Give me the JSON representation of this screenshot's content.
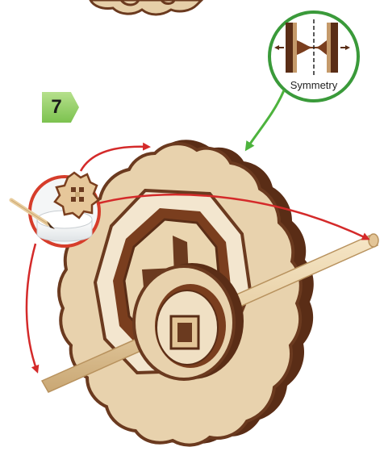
{
  "step": {
    "number": "7"
  },
  "callout": {
    "label": "Symmetry",
    "icon": "symmetry-icon"
  },
  "colors": {
    "arrow_red": "#d42a2a",
    "arrow_green": "#4db33d",
    "callout_ring": "#3a9a3a",
    "wood_light": "#e8d2ad",
    "wood_dark": "#6b3a1f",
    "glue_ring": "#d63d2b"
  },
  "illustration": {
    "parts": [
      "top-gear-fragment",
      "glue-dish",
      "small-gear",
      "glue-brush",
      "main-gear",
      "hub-wheel",
      "axle-dowel"
    ],
    "arrows": [
      "red-arrow-to-gear-top",
      "red-arrow-to-axle-right",
      "red-arrow-to-axle-left",
      "green-arrow-from-callout"
    ]
  }
}
